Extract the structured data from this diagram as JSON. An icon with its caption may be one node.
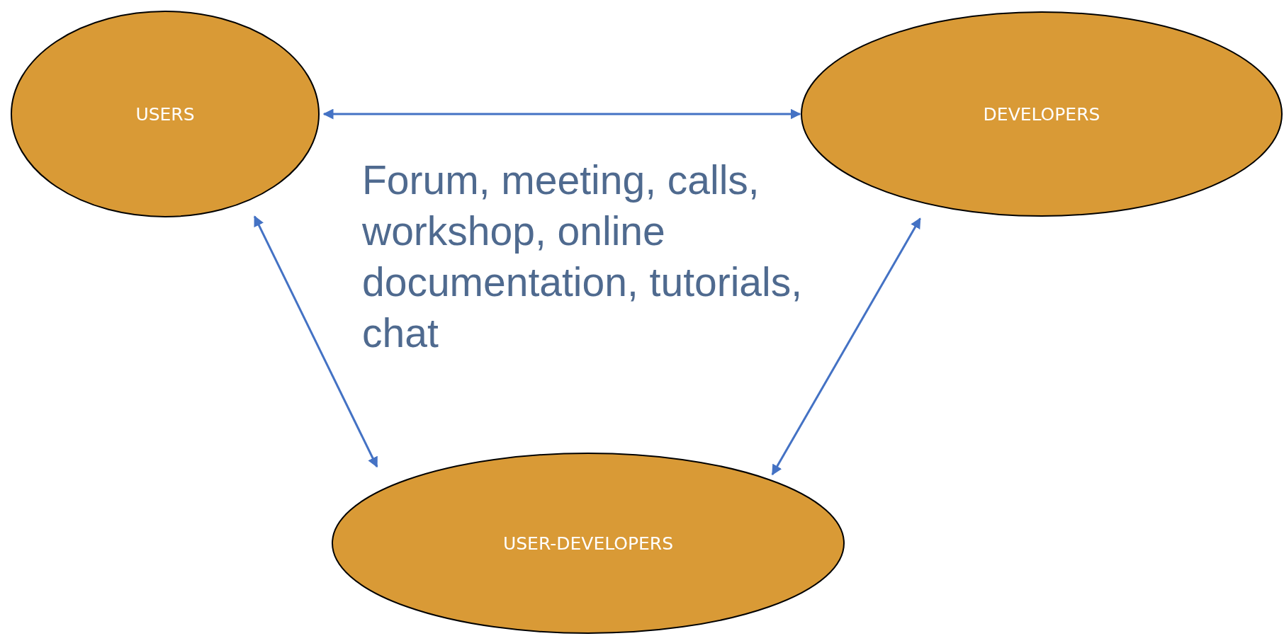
{
  "diagram": {
    "nodes": [
      {
        "text": [
          "USERS"
        ]
      },
      {
        "text": [
          "DEVELOPERS"
        ]
      },
      {
        "text": [
          "USER-DEVELOPERS"
        ]
      }
    ],
    "edges": [
      {
        "from": 0,
        "to": 1,
        "arrow": "both"
      },
      {
        "from": 0,
        "to": 2,
        "arrow": "both"
      },
      {
        "from": 1,
        "to": 2,
        "arrow": "both"
      }
    ],
    "labels": [
      "Forum, meeting, calls, workshop, online documentation, tutorials, chat"
    ]
  }
}
